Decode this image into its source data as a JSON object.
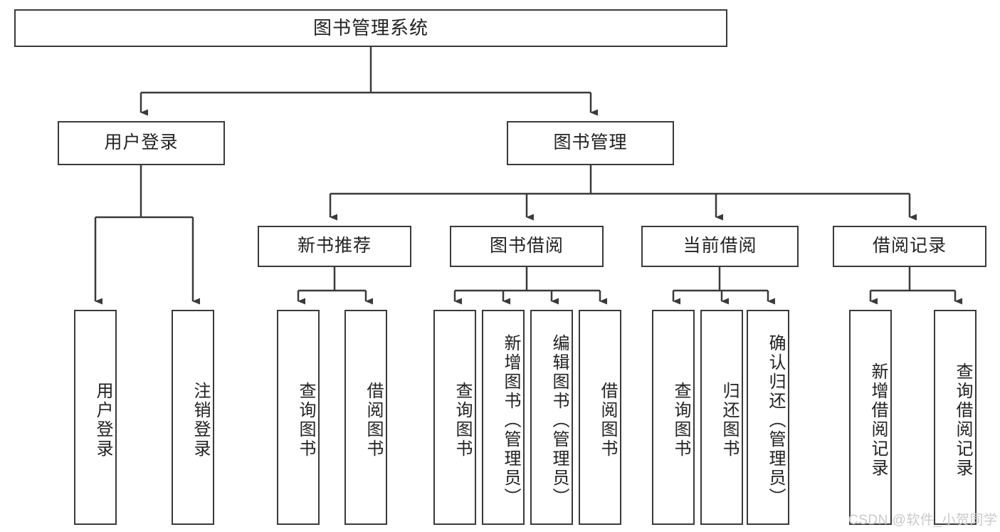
{
  "diagram": {
    "type": "tree-hierarchy",
    "title": "图书管理系统",
    "watermark": "CSDN @软件_小贺同学",
    "colors": {
      "box_border": "#3a3a3a",
      "box_fill": "#ffffff",
      "connector": "#3a3a3a",
      "text": "#222222",
      "watermark": "#c9c9c9",
      "background": "#ffffff"
    },
    "nodes": {
      "root": {
        "label": "图书管理系统",
        "level": 1,
        "orientation": "horizontal"
      },
      "user_login": {
        "label": "用户登录",
        "level": 2,
        "orientation": "horizontal"
      },
      "book_manage": {
        "label": "图书管理",
        "level": 2,
        "orientation": "horizontal"
      },
      "new_book_rec": {
        "label": "新书推荐",
        "level": 3,
        "orientation": "horizontal"
      },
      "book_borrow": {
        "label": "图书借阅",
        "level": 3,
        "orientation": "horizontal"
      },
      "current_borrow": {
        "label": "当前借阅",
        "level": 3,
        "orientation": "horizontal"
      },
      "borrow_record": {
        "label": "借阅记录",
        "level": 3,
        "orientation": "horizontal"
      },
      "leaf_user_login": {
        "label": "用户登录",
        "level": 4,
        "orientation": "vertical"
      },
      "leaf_logout": {
        "label": "注销登录",
        "level": 4,
        "orientation": "vertical"
      },
      "leaf_query_book_1": {
        "label": "查询图书",
        "level": 4,
        "orientation": "vertical"
      },
      "leaf_borrow_book_1": {
        "label": "借阅图书",
        "level": 4,
        "orientation": "vertical"
      },
      "leaf_query_book_2": {
        "label": "查询图书",
        "level": 4,
        "orientation": "vertical"
      },
      "leaf_add_book": {
        "label": "新增图书（管理员）",
        "level": 4,
        "orientation": "vertical"
      },
      "leaf_edit_book": {
        "label": "编辑图书（管理员）",
        "level": 4,
        "orientation": "vertical"
      },
      "leaf_borrow_book_2": {
        "label": "借阅图书",
        "level": 4,
        "orientation": "vertical"
      },
      "leaf_query_book_3": {
        "label": "查询图书",
        "level": 4,
        "orientation": "vertical"
      },
      "leaf_return_book": {
        "label": "归还图书",
        "level": 4,
        "orientation": "vertical"
      },
      "leaf_confirm_return": {
        "label": "确认归还（管理员）",
        "level": 4,
        "orientation": "vertical"
      },
      "leaf_add_record": {
        "label": "新增借阅记录",
        "level": 4,
        "orientation": "vertical"
      },
      "leaf_query_record": {
        "label": "查询借阅记录",
        "level": 4,
        "orientation": "vertical"
      }
    },
    "edges": [
      {
        "from": "root",
        "to": "user_login"
      },
      {
        "from": "root",
        "to": "book_manage"
      },
      {
        "from": "user_login",
        "to": "leaf_user_login"
      },
      {
        "from": "user_login",
        "to": "leaf_logout"
      },
      {
        "from": "book_manage",
        "to": "new_book_rec"
      },
      {
        "from": "book_manage",
        "to": "book_borrow"
      },
      {
        "from": "book_manage",
        "to": "current_borrow"
      },
      {
        "from": "book_manage",
        "to": "borrow_record"
      },
      {
        "from": "new_book_rec",
        "to": "leaf_query_book_1"
      },
      {
        "from": "new_book_rec",
        "to": "leaf_borrow_book_1"
      },
      {
        "from": "book_borrow",
        "to": "leaf_query_book_2"
      },
      {
        "from": "book_borrow",
        "to": "leaf_add_book"
      },
      {
        "from": "book_borrow",
        "to": "leaf_edit_book"
      },
      {
        "from": "book_borrow",
        "to": "leaf_borrow_book_2"
      },
      {
        "from": "current_borrow",
        "to": "leaf_query_book_3"
      },
      {
        "from": "current_borrow",
        "to": "leaf_return_book"
      },
      {
        "from": "current_borrow",
        "to": "leaf_confirm_return"
      },
      {
        "from": "borrow_record",
        "to": "leaf_add_record"
      },
      {
        "from": "borrow_record",
        "to": "leaf_query_record"
      }
    ]
  }
}
